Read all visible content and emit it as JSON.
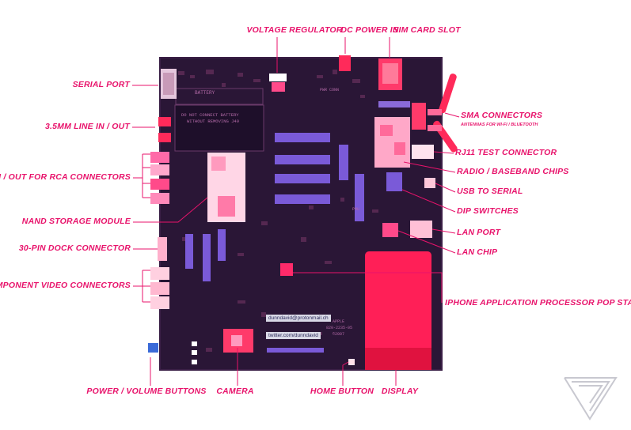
{
  "diagram": {
    "labels": {
      "voltage_regulator": "VOLTAGE REGULATOR",
      "dc_power_in": "DC POWER IN",
      "sim_card_slot": "SIM CARD SLOT",
      "serial_port": "SERIAL PORT",
      "line_in_out_35": "3.5MM LINE IN / OUT",
      "line_in_out_rca": "LINE IN / OUT FOR RCA CONNECTORS",
      "nand_storage": "NAND STORAGE MODULE",
      "dock_connector": "30-PIN DOCK CONNECTOR",
      "component_video": "COMPONENT VIDEO CONNECTORS",
      "sma_connectors": "SMA CONNECTORS",
      "sma_sub": "ANTENNAS FOR WI-FI / BLUETOOTH",
      "rj11": "RJ11 TEST CONNECTOR",
      "radio_chips": "RADIO / BASEBAND CHIPS",
      "usb_serial": "USB TO SERIAL",
      "dip_switches": "DIP SWITCHES",
      "lan_port": "LAN PORT",
      "lan_chip": "LAN CHIP",
      "processor": "IPHONE APPLICATION PROCESSOR POP STACK",
      "power_volume": "POWER / VOLUME BUTTONS",
      "camera": "CAMERA",
      "home_button": "HOME BUTTON",
      "display": "DISPLAY"
    },
    "board_text": {
      "battery": "BATTERY",
      "warning_line1": "DO NOT CONNECT BATTERY",
      "warning_line2": "WITHOUT REMOVING J49",
      "sticker_email": "dunndavid@protonmail.ch",
      "sticker_twitter": "twitter.com/dunndavid",
      "apple": "APPLE",
      "part_number": "820-2235-05",
      "year": "©2007",
      "pwr_conn": "PWR CONN",
      "pmu": "PMU"
    },
    "colors": {
      "label": "#e8136b",
      "board": "#2a1636",
      "accent": "#ff2a78"
    }
  }
}
